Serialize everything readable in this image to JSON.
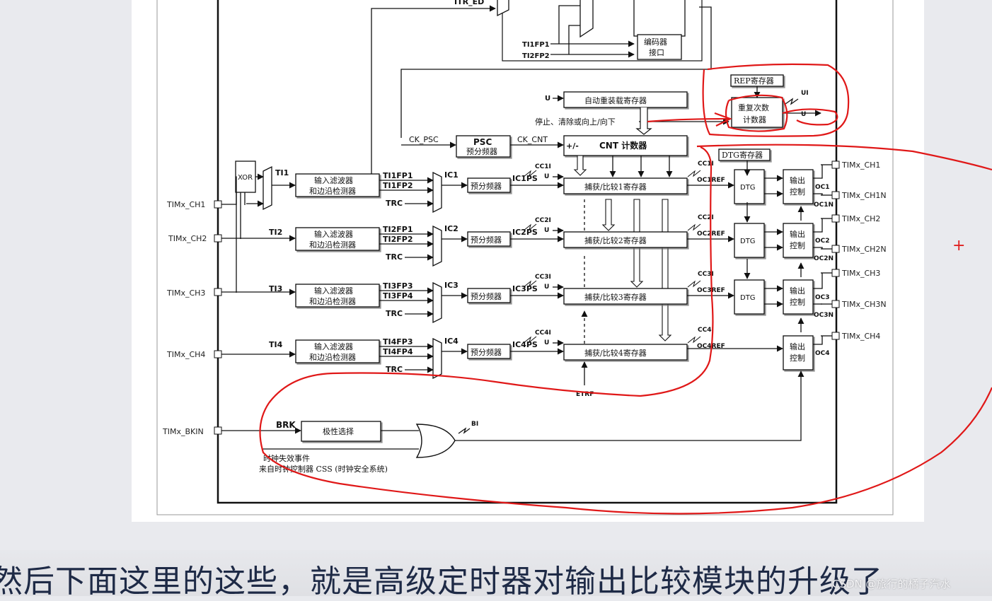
{
  "diagram": {
    "inputs": [
      "TIMx_CH1",
      "TIMx_CH2",
      "TIMx_CH3",
      "TIMx_CH4",
      "TIMx_BKIN"
    ],
    "outputs": [
      "TIMx_CH1",
      "TIMx_CH1N",
      "TIMx_CH2",
      "TIMx_CH2N",
      "TIMx_CH3",
      "TIMx_CH3N",
      "TIMx_CH4"
    ],
    "top": {
      "itr_label": "ITR_ED",
      "tifp1": "TI1FP1",
      "tifp2": "TI2FP2",
      "encoder_line1": "编码器",
      "encoder_line2": "接口"
    },
    "rep": {
      "reg": "REP寄存器",
      "counter_line1": "重复次数",
      "counter_line2": "计数器",
      "ui": "UI",
      "u": "U"
    },
    "counter": {
      "u_label": "U",
      "arr": "自动重装载寄存器",
      "ctrl_text": "停止、清除或向上/向下",
      "ck_psc": "CK_PSC",
      "psc_title": "PSC",
      "psc_sub": "预分频器",
      "ck_cnt": "CK_CNT",
      "cnt_sign": "+/-",
      "cnt_label": "CNT 计数器"
    },
    "xor": "XOR",
    "dtg_reg": "DTG寄存器",
    "channels": [
      {
        "ti": "TI1",
        "filter1": "输入滤波器",
        "filter2": "和边沿检测器",
        "fp_a": "TI1FP1",
        "fp_b": "TI1FP2",
        "trc": "TRC",
        "ic": "IC1",
        "prescaler": "预分频器",
        "icps": "IC1PS",
        "cci": "CC1I",
        "u": "U",
        "ccr": "捕获/比较1寄存器",
        "ccout": "CC1I",
        "ocref": "OC1REF",
        "dtg": "DTG",
        "ctrl1": "输出",
        "ctrl2": "控制",
        "oc": "OC1",
        "ocn": "OC1N"
      },
      {
        "ti": "TI2",
        "filter1": "输入滤波器",
        "filter2": "和边沿检测器",
        "fp_a": "TI2FP1",
        "fp_b": "TI2FP2",
        "trc": "TRC",
        "ic": "IC2",
        "prescaler": "预分频器",
        "icps": "IC2PS",
        "cci": "CC2I",
        "u": "U",
        "ccr": "捕获/比较2寄存器",
        "ccout": "CC2I",
        "ocref": "OC2REF",
        "dtg": "DTG",
        "ctrl1": "输出",
        "ctrl2": "控制",
        "oc": "OC2",
        "ocn": "OC2N"
      },
      {
        "ti": "TI3",
        "filter1": "输入滤波器",
        "filter2": "和边沿检测器",
        "fp_a": "TI3FP3",
        "fp_b": "TI3FP4",
        "trc": "TRC",
        "ic": "IC3",
        "prescaler": "预分频器",
        "icps": "IC3PS",
        "cci": "CC3I",
        "u": "U",
        "ccr": "捕获/比较3寄存器",
        "ccout": "CC3I",
        "ocref": "OC3REF",
        "dtg": "DTG",
        "ctrl1": "输出",
        "ctrl2": "控制",
        "oc": "OC3",
        "ocn": "OC3N"
      },
      {
        "ti": "TI4",
        "filter1": "输入滤波器",
        "filter2": "和边沿检测器",
        "fp_a": "TI4FP3",
        "fp_b": "TI4FP4",
        "trc": "TRC",
        "ic": "IC4",
        "prescaler": "预分频器",
        "icps": "IC4PS",
        "cci": "CC4I",
        "u": "U",
        "ccr": "捕获/比较4寄存器",
        "ccout": "CC4I",
        "ocref": "OC4REF",
        "ctrl1": "输出",
        "ctrl2": "控制",
        "oc": "OC4"
      }
    ],
    "etrf": "ETRF",
    "brk": "BRK",
    "polarity": "极性选择",
    "bi": "BI",
    "clock_fail1": "时钟失效事件",
    "clock_fail2": "来自时钟控制器 CSS (时钟安全系统)"
  },
  "subtitle": "然后下面这里的这些，就是高级定时器对输出比较模块的升级了",
  "watermark": "CSDN @旅行的橘子汽水",
  "annotation_color": "#e01818"
}
